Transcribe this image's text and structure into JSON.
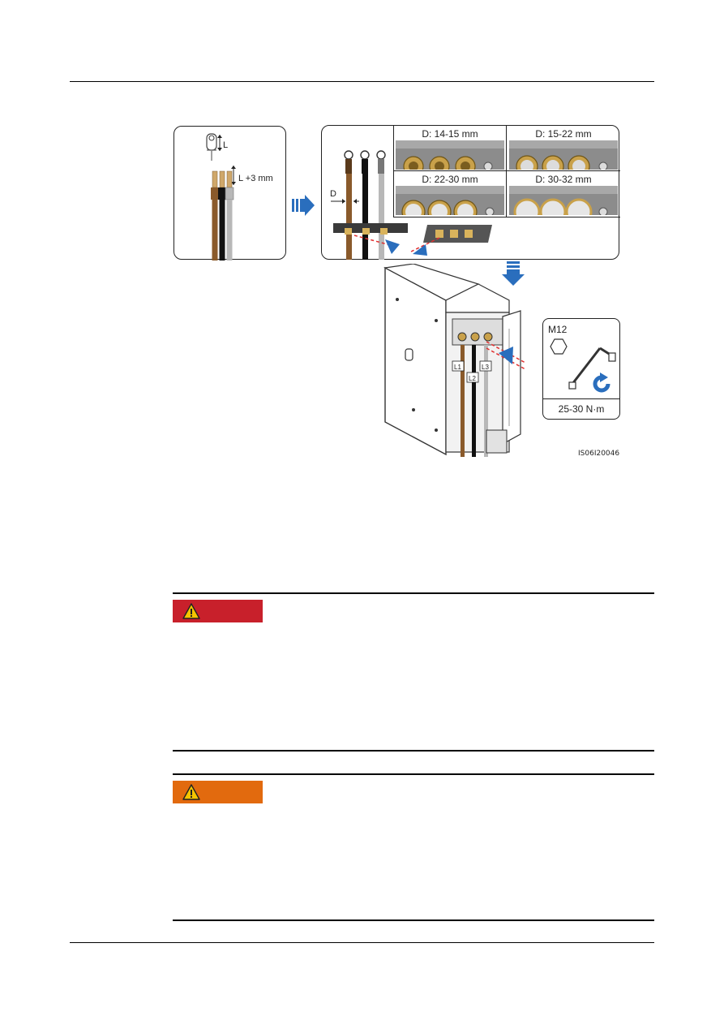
{
  "figure": {
    "lug_length_label": "L",
    "strip_length_label": "L +3 mm",
    "diameter_label": "D",
    "knockouts": [
      {
        "label": "D: 14-15 mm"
      },
      {
        "label": "D: 15-22 mm"
      },
      {
        "label": "D: 22-30 mm"
      },
      {
        "label": "D: 30-32 mm"
      }
    ],
    "phases": [
      "L1",
      "L2",
      "L3"
    ],
    "bolt_size": "M12",
    "torque": "25-30 N·m",
    "figure_id": "IS06I20046"
  },
  "notices": {
    "danger": {
      "icon": "warning-triangle-icon",
      "color": "#c8202b"
    },
    "warning": {
      "icon": "warning-triangle-icon",
      "color": "#e26a0e"
    }
  },
  "colors": {
    "arrow_blue": "#2a6ebd",
    "cable_brown": "#8a5a2b",
    "cable_black": "#111111",
    "cable_grey": "#b8b8b8",
    "brass": "#c9a14a"
  }
}
